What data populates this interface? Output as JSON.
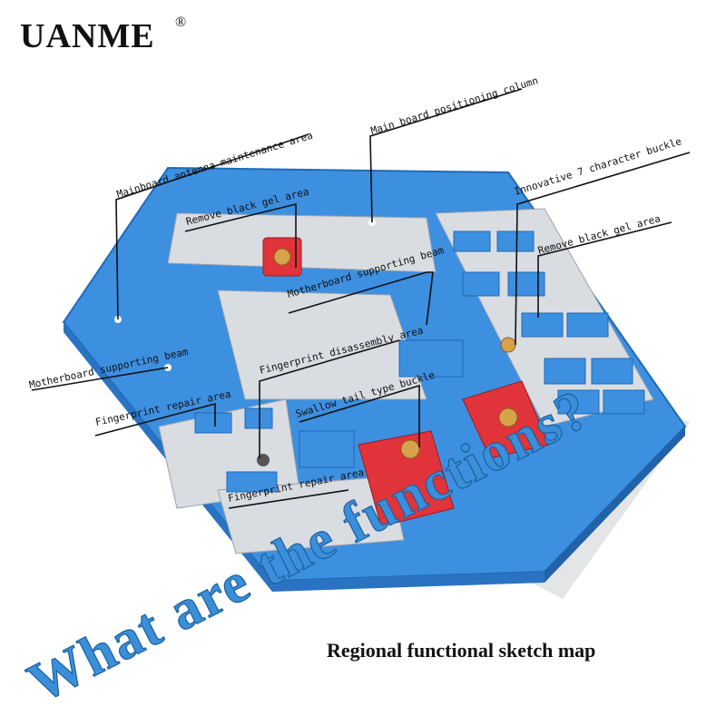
{
  "brand": {
    "name": "UANME",
    "registered": "®"
  },
  "callouts": {
    "main_board_positioning_column": "Main board positioning column",
    "mainboard_antenna_maintenance_area": "Mainboard antenna maintenance area",
    "remove_black_gel_area_left": "Remove black gel area",
    "innovative_7_character_buckle": "Innovative 7 character buckle",
    "remove_black_gel_area_right": "Remove black gel area",
    "motherboard_supporting_beam_center": "Motherboard supporting beam",
    "motherboard_supporting_beam_left": "Motherboard supporting beam",
    "fingerprint_disassembly_area": "Fingerprint disassembly area",
    "fingerprint_repair_area_top": "Fingerprint repair area",
    "swallow_tail_type_buckle": "Swallow tail type buckle",
    "fingerprint_repair_area_bottom": "Fingerprint repair area"
  },
  "headline": "What are the functions?",
  "subtitle": "Regional functional sketch map",
  "colors": {
    "fixture_blue": "#3d8fe0",
    "plate_silver": "#d9dde2",
    "clamp_red": "#e0343a",
    "headline_blue": "#3a8fd8"
  }
}
